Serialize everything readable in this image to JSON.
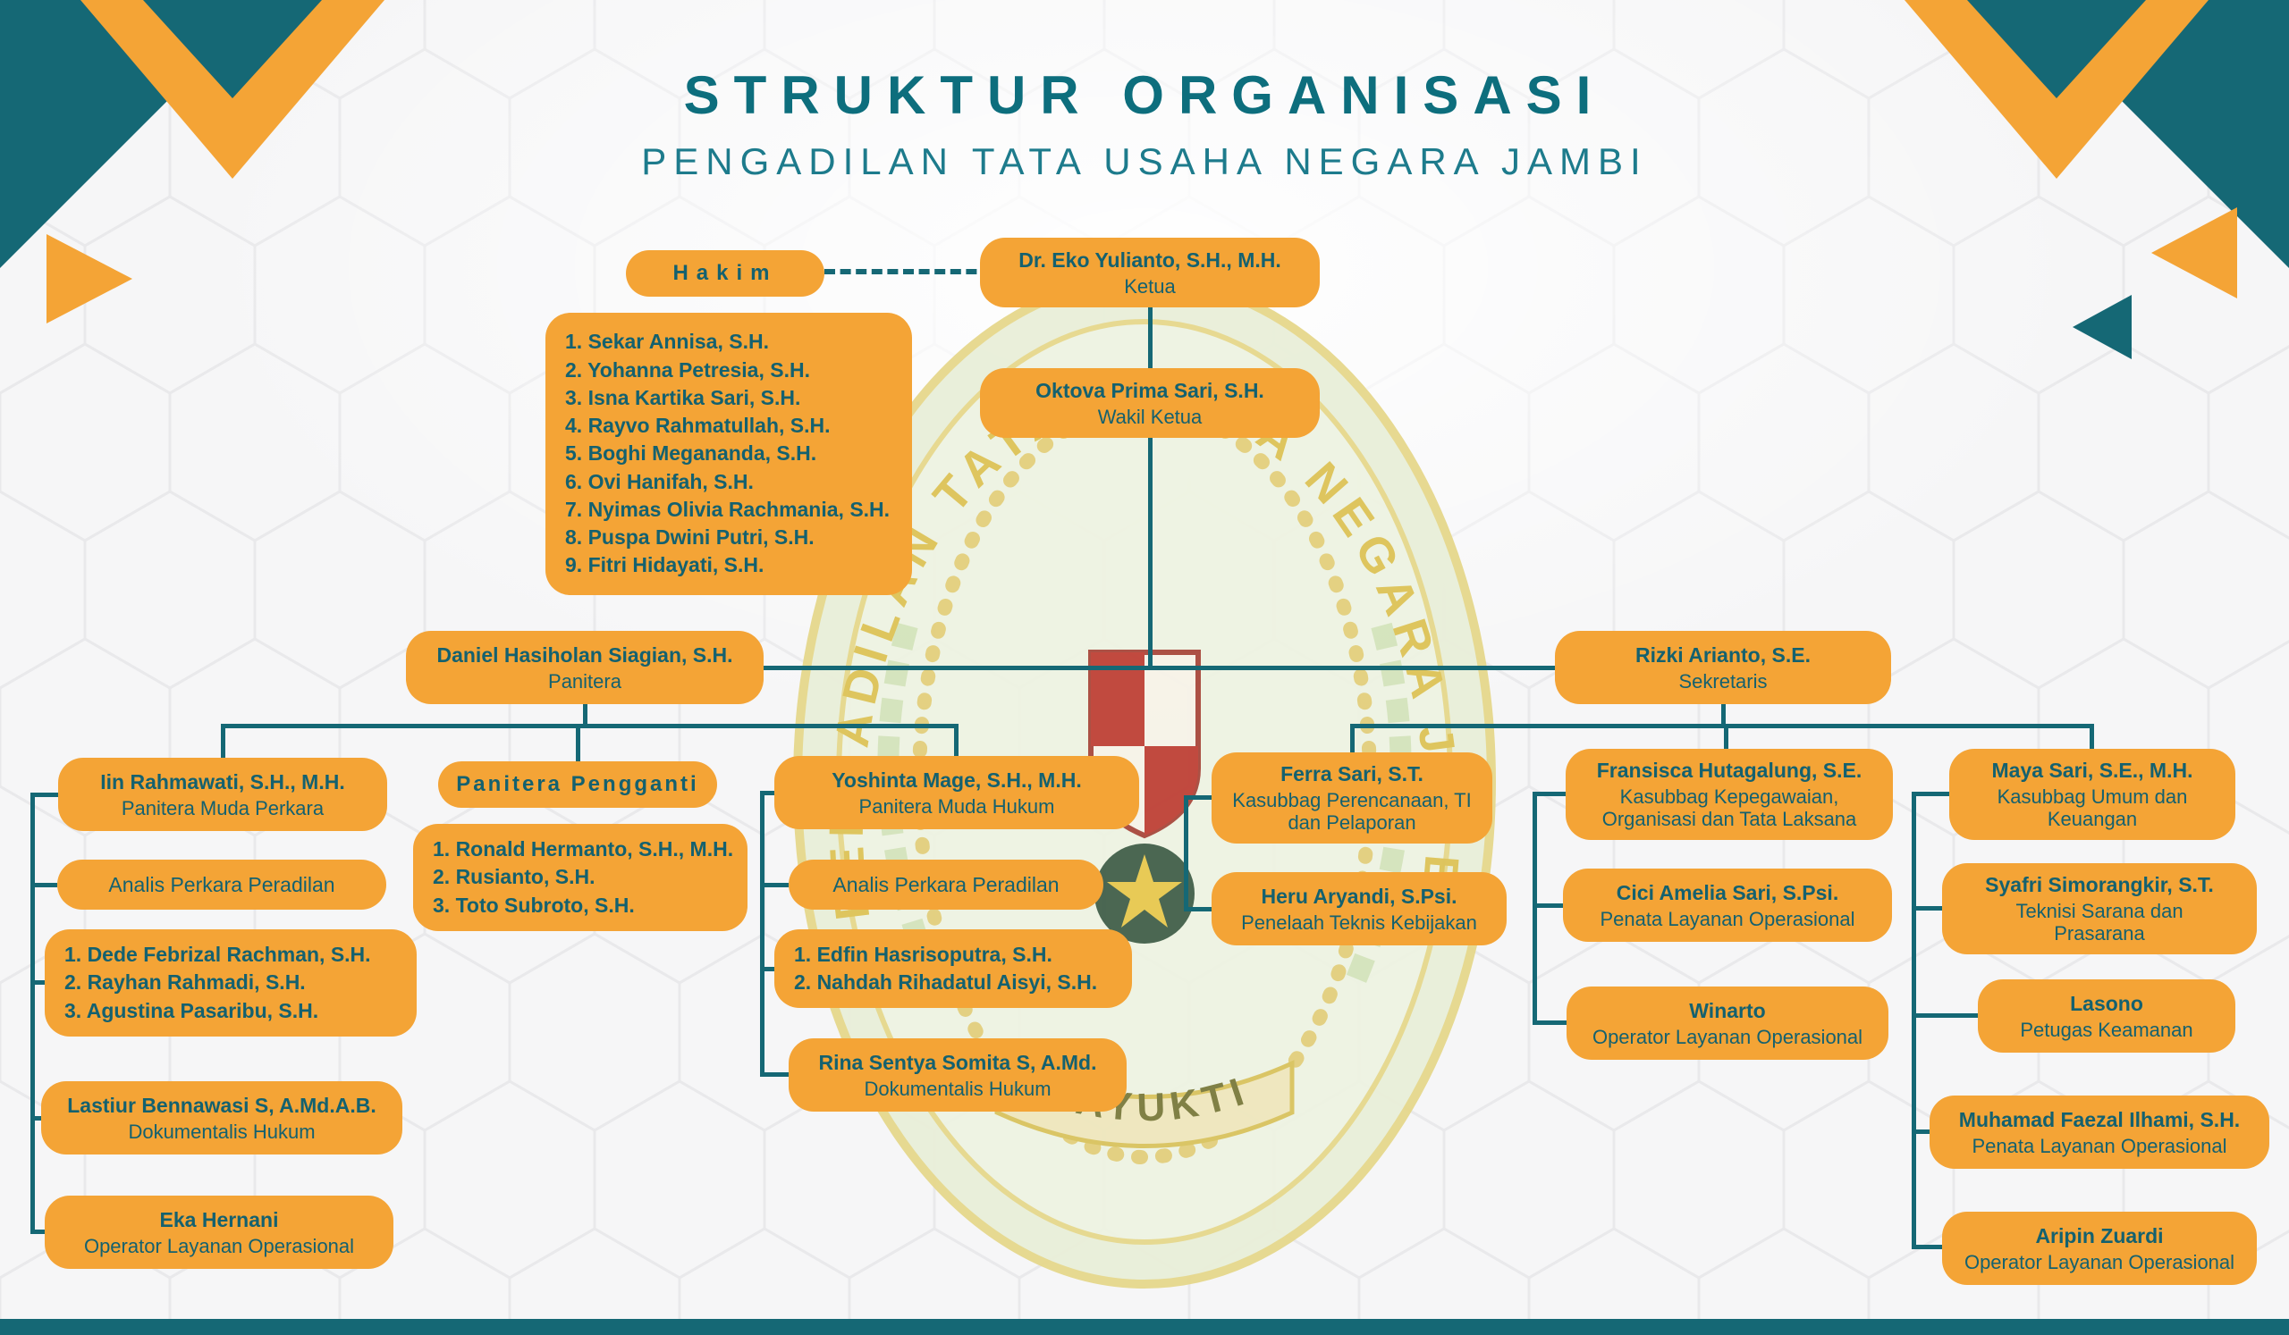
{
  "header": {
    "title": "STRUKTUR ORGANISASI",
    "subtitle": "PENGADILAN TATA USAHA NEGARA JAMBI"
  },
  "watermark": {
    "arc_text": "PENGADILAN TATA USAHA NEGARA JAMBI",
    "banner_text": "MAYUKTI"
  },
  "colors": {
    "teal": "#156875",
    "orange": "#F4A436",
    "title_teal": "#0D6E7D",
    "box_text": "#14616F",
    "background": "#F6F6F7"
  },
  "org": {
    "hakim": {
      "label": "Hakim",
      "members": [
        "1. Sekar Annisa, S.H.",
        "2. Yohanna Petresia, S.H.",
        "3. Isna Kartika Sari, S.H.",
        "4. Rayvo Rahmatullah, S.H.",
        "5. Boghi Megananda, S.H.",
        "6. Ovi Hanifah, S.H.",
        "7. Nyimas Olivia Rachmania, S.H.",
        "8. Puspa Dwini Putri, S.H.",
        "9. Fitri Hidayati, S.H."
      ]
    },
    "ketua": {
      "name": "Dr. Eko Yulianto, S.H., M.H.",
      "role": "Ketua"
    },
    "wakil_ketua": {
      "name": "Oktova Prima Sari, S.H.",
      "role": "Wakil Ketua"
    },
    "panitera": {
      "name": "Daniel Hasiholan Siagian, S.H.",
      "role": "Panitera"
    },
    "sekretaris": {
      "name": "Rizki Arianto, S.E.",
      "role": "Sekretaris"
    },
    "panitera_muda_perkara": {
      "name": "Iin Rahmawati, S.H., M.H.",
      "role": "Panitera Muda Perkara"
    },
    "panitera_pengganti": {
      "label": "Panitera Pengganti",
      "members": [
        "1. Ronald Hermanto, S.H., M.H.",
        "2. Rusianto, S.H.",
        "3. Toto Subroto, S.H."
      ]
    },
    "panitera_muda_hukum": {
      "name": "Yoshinta Mage, S.H., M.H.",
      "role": "Panitera Muda Hukum"
    },
    "analis_perkara_1": {
      "label": "Analis Perkara Peradilan",
      "members": [
        "1. Dede Febrizal Rachman, S.H.",
        "2. Rayhan Rahmadi, S.H.",
        "3. Agustina Pasaribu, S.H."
      ]
    },
    "dokumentalis_perkara": {
      "name": "Lastiur Bennawasi S, A.Md.A.B.",
      "role": "Dokumentalis Hukum"
    },
    "operator_perkara": {
      "name": "Eka Hernani",
      "role": "Operator Layanan Operasional"
    },
    "analis_perkara_2": {
      "label": "Analis Perkara Peradilan",
      "members": [
        "1. Edfin Hasrisoputra, S.H.",
        "2. Nahdah Rihadatul Aisyi, S.H."
      ]
    },
    "dokumentalis_hukum": {
      "name": "Rina Sentya Somita S, A.Md.",
      "role": "Dokumentalis Hukum"
    },
    "kasubbag_perencanaan": {
      "name": "Ferra Sari, S.T.",
      "role": "Kasubbag Perencanaan, TI dan Pelaporan"
    },
    "penelaah_teknis": {
      "name": "Heru Aryandi, S.Psi.",
      "role": "Penelaah Teknis Kebijakan"
    },
    "kasubbag_kepegawaian": {
      "name": "Fransisca Hutagalung, S.E.",
      "role": "Kasubbag Kepegawaian, Organisasi dan Tata Laksana"
    },
    "penata_kepegawaian": {
      "name": "Cici Amelia Sari, S.Psi.",
      "role": "Penata Layanan Operasional"
    },
    "operator_kepegawaian": {
      "name": "Winarto",
      "role": "Operator Layanan Operasional"
    },
    "kasubbag_umum": {
      "name": "Maya Sari, S.E., M.H.",
      "role": "Kasubbag Umum dan Keuangan"
    },
    "teknisi_sarana": {
      "name": "Syafri Simorangkir, S.T.",
      "role": "Teknisi Sarana dan Prasarana"
    },
    "petugas_keamanan": {
      "name": "Lasono",
      "role": "Petugas Keamanan"
    },
    "penata_umum": {
      "name": "Muhamad Faezal Ilhami, S.H.",
      "role": "Penata Layanan Operasional"
    },
    "operator_umum": {
      "name": "Aripin Zuardi",
      "role": "Operator Layanan Operasional"
    }
  }
}
